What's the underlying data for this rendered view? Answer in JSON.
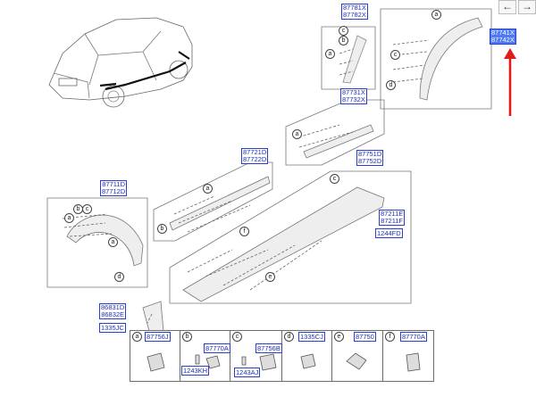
{
  "nav": {
    "back_icon": "arrow-left-icon",
    "forward_icon": "arrow-right-icon",
    "back": "←",
    "forward": "→"
  },
  "accent_color": "#e11a1a",
  "callouts": {
    "c87781": [
      "87781X",
      "87782X"
    ],
    "c87741": [
      "87741X",
      "87742X"
    ],
    "c87731": [
      "87731X",
      "87732X"
    ],
    "c87721": [
      "87721D",
      "87722D"
    ],
    "c87751": [
      "87751D",
      "87752D"
    ],
    "c87711": [
      "87711D",
      "87712D"
    ],
    "c87211": [
      "87211E",
      "87211F"
    ],
    "c1244": "1244FD",
    "c86831": [
      "86831D",
      "86832E"
    ],
    "c1335jc": "1335JC"
  },
  "legend": [
    {
      "letter": "a",
      "parts": [
        "87756J"
      ]
    },
    {
      "letter": "b",
      "parts": [
        "87770A",
        "1243KH"
      ]
    },
    {
      "letter": "c",
      "parts": [
        "87756B",
        "1243AJ"
      ]
    },
    {
      "letter": "d",
      "parts": [
        "1335CJ"
      ]
    },
    {
      "letter": "e",
      "parts": [
        "87750"
      ]
    },
    {
      "letter": "f",
      "parts": [
        "87770A"
      ]
    }
  ],
  "markers": {
    "a": "a",
    "b": "b",
    "c": "c",
    "d": "d",
    "e": "e",
    "f": "f"
  }
}
